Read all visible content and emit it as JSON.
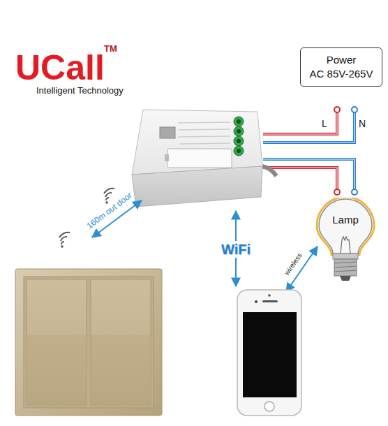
{
  "diagram": {
    "nodes": [
      {
        "text": [
          "Power",
          "AC 85V-265V"
        ]
      },
      {
        "text": [
          "Lamp"
        ]
      }
    ],
    "labels": [
      "UCall",
      "TM",
      "Intelligent Technology",
      "L",
      "N",
      "160m out door",
      "WiFi",
      "wireless"
    ]
  }
}
